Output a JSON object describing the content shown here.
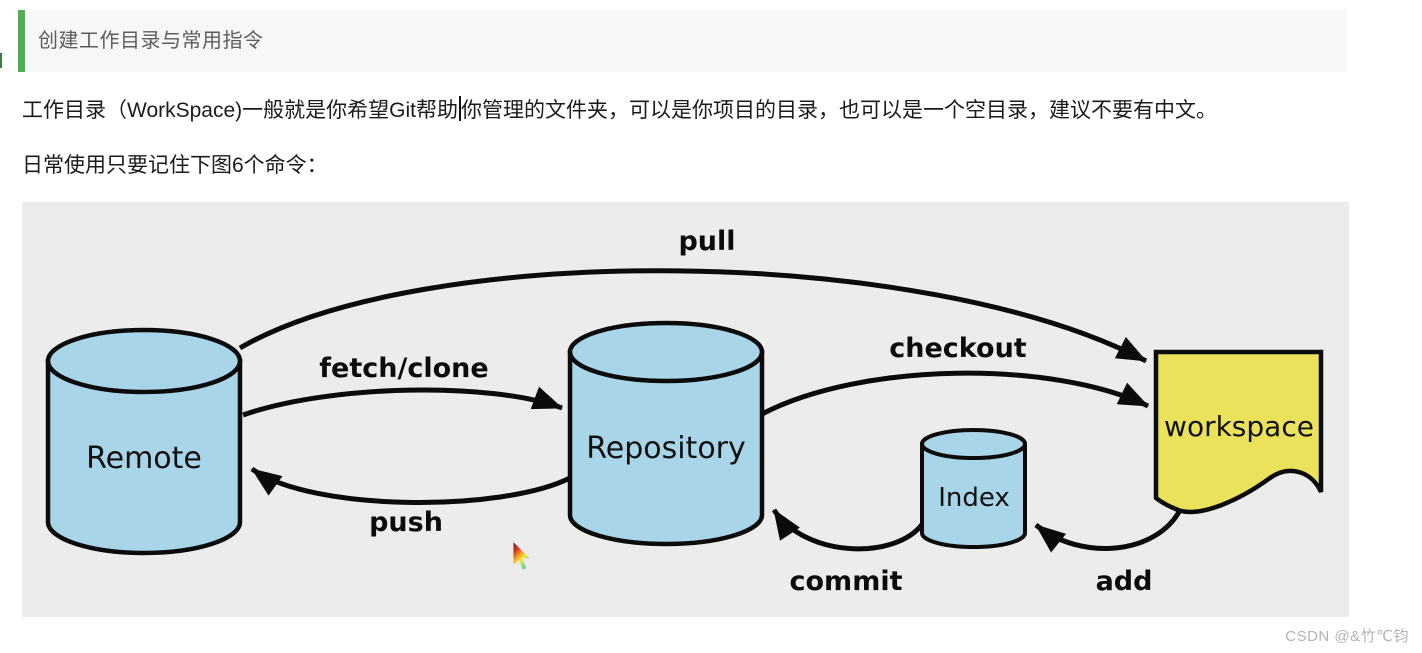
{
  "header": {
    "title": "创建工作目录与常用指令",
    "accent_color": "#4fae4f",
    "background": "#f7f7f7"
  },
  "paragraphs": {
    "p1_before_caret": "工作目录（WorkSpace)一般就是你希望Git帮助",
    "p1_after_caret": "你管理的文件夹，可以是你项目的目录，也可以是一个空目录，建议不要有中文。",
    "p2": "日常使用只要记住下图6个命令："
  },
  "diagram": {
    "type": "flow-diagram",
    "background": "#ececec",
    "stroke_color": "#0b0b0b",
    "blue_fill": "#a8d5e8",
    "yellow_fill": "#eae25a",
    "nodes": [
      {
        "id": "remote",
        "label": "Remote",
        "shape": "cylinder",
        "fill": "#a8d5e8"
      },
      {
        "id": "repository",
        "label": "Repository",
        "shape": "cylinder",
        "fill": "#a8d5e8"
      },
      {
        "id": "index",
        "label": "Index",
        "shape": "cylinder",
        "fill": "#a8d5e8"
      },
      {
        "id": "workspace",
        "label": "workspace",
        "shape": "document",
        "fill": "#eae25a"
      }
    ],
    "edges": [
      {
        "label": "pull",
        "from": "remote",
        "to": "workspace"
      },
      {
        "label": "fetch/clone",
        "from": "remote",
        "to": "repository"
      },
      {
        "label": "checkout",
        "from": "repository",
        "to": "workspace"
      },
      {
        "label": "push",
        "from": "repository",
        "to": "remote"
      },
      {
        "label": "commit",
        "from": "index",
        "to": "repository"
      },
      {
        "label": "add",
        "from": "workspace",
        "to": "index"
      }
    ]
  },
  "watermark": "CSDN @&竹℃钧"
}
